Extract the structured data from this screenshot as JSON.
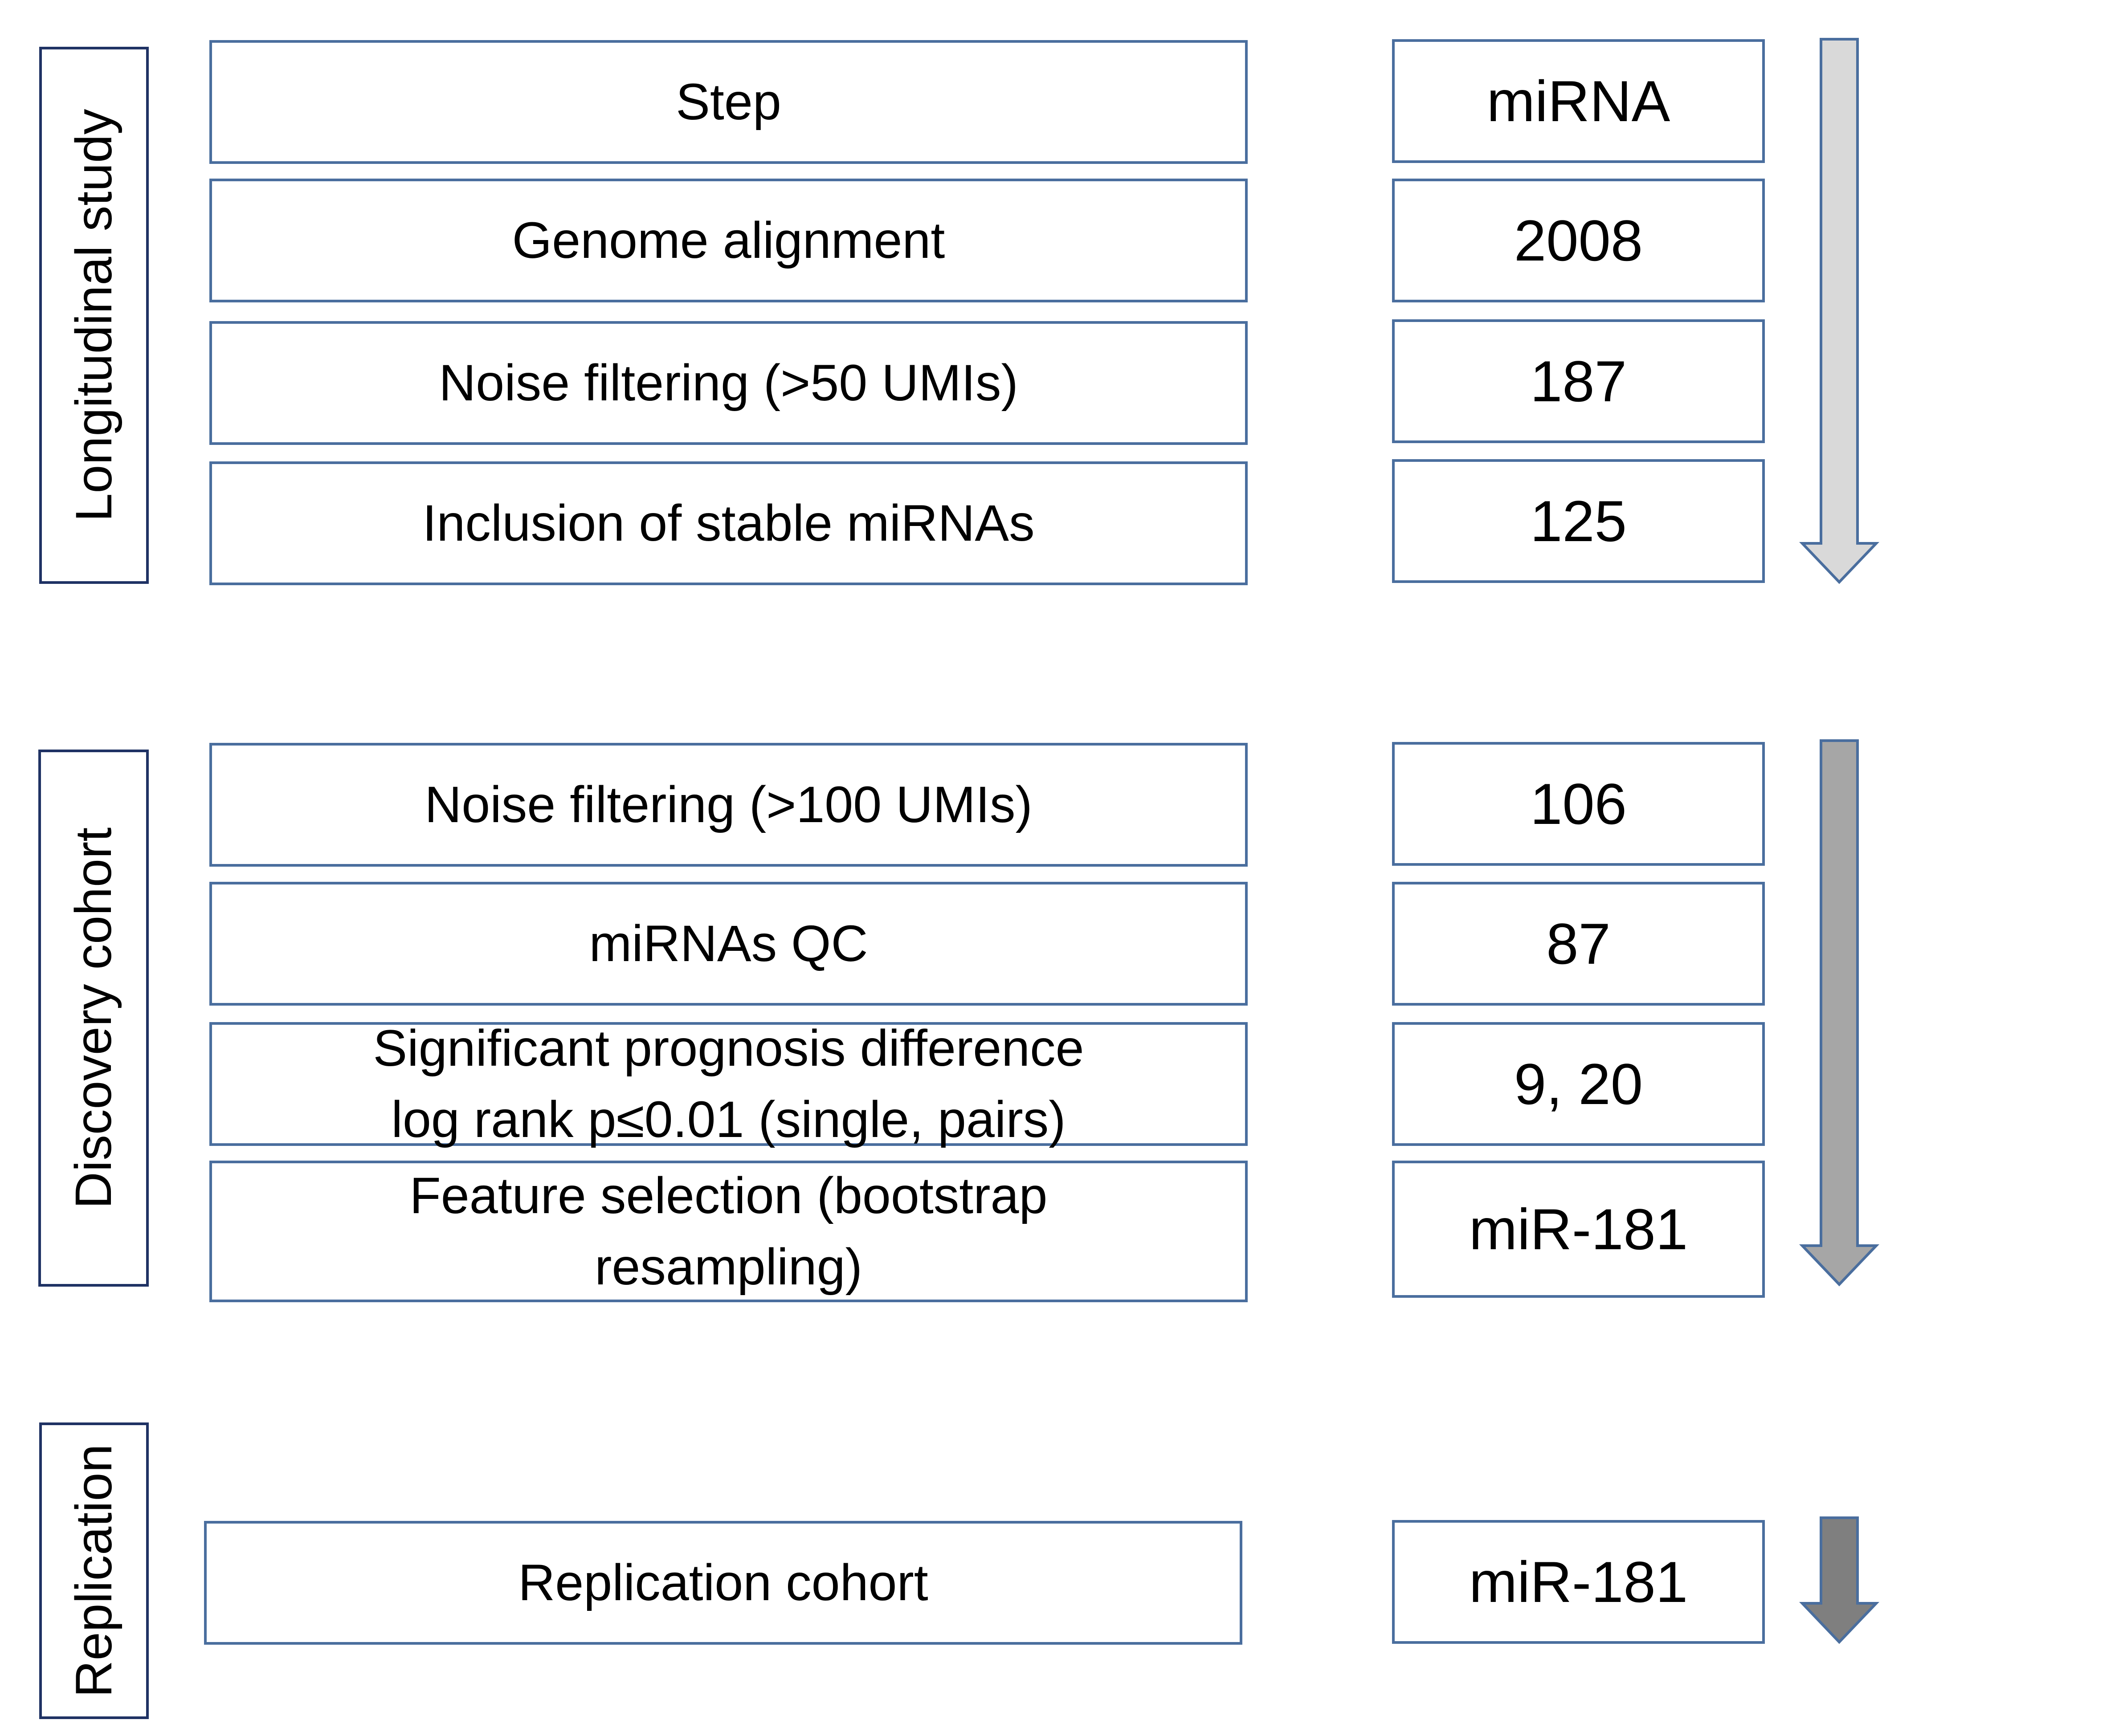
{
  "sections": [
    {
      "label": "Longitudinal study",
      "rows": [
        {
          "step": "Step",
          "value": "miRNA"
        },
        {
          "step": "Genome alignment",
          "value": "2008"
        },
        {
          "step": "Noise filtering (>50 UMIs)",
          "value": "187"
        },
        {
          "step": "Inclusion of stable miRNAs",
          "value": "125"
        }
      ],
      "arrow_color": "#d9d9d9"
    },
    {
      "label": "Discovery cohort",
      "rows": [
        {
          "step": "Noise filtering (>100 UMIs)",
          "value": "106"
        },
        {
          "step": "miRNAs QC",
          "value": "87"
        },
        {
          "step_lines": [
            "Significant prognosis difference",
            "log rank p≤0.01 (single, pairs)"
          ],
          "value": "9, 20"
        },
        {
          "step_lines": [
            "Feature selection (bootstrap",
            "resampling)"
          ],
          "value": "miR-181"
        }
      ],
      "arrow_color": "#a6a6a6"
    },
    {
      "label": "Replication",
      "rows": [
        {
          "step": "Replication cohort",
          "value": "miR-181"
        }
      ],
      "arrow_color": "#7f7f7f"
    }
  ],
  "colors": {
    "box_border": "#4a6e9e",
    "side_border": "#1f3264",
    "arrow_outline": "#4a6e9e"
  }
}
